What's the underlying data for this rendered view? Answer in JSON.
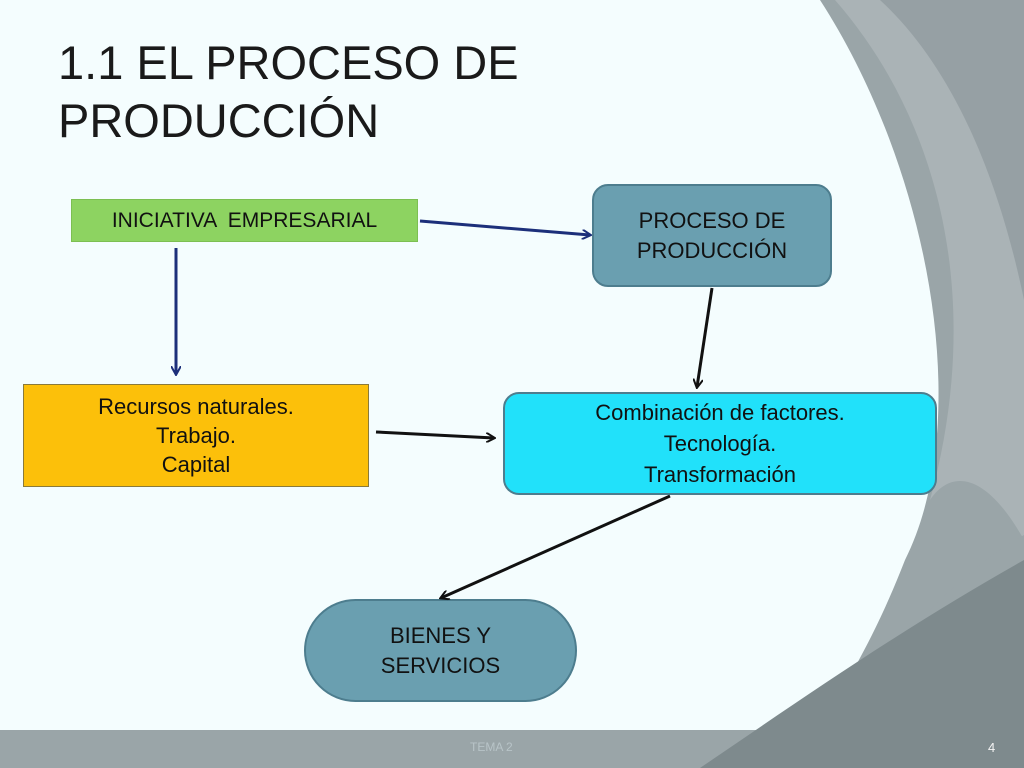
{
  "slide": {
    "title_lines": [
      "1.1 EL PROCESO DE",
      "PRODUCCIÓN"
    ],
    "footer_label": "TEMA 2",
    "page_number": "4"
  },
  "nodes": {
    "iniciativa": [
      "INICIATIVA  EMPRESARIAL"
    ],
    "proceso": [
      "PROCESO DE",
      "PRODUCCIÓN"
    ],
    "recursos": [
      "Recursos naturales.",
      "Trabajo.",
      "Capital"
    ],
    "combinacion": [
      "Combinación de factores.",
      "Tecnología.",
      "Transformación"
    ],
    "bienes": [
      "BIENES Y",
      "SERVICIOS"
    ]
  },
  "edges": [
    {
      "from": "iniciativa",
      "to": "proceso"
    },
    {
      "from": "iniciativa",
      "to": "recursos"
    },
    {
      "from": "proceso",
      "to": "combinacion"
    },
    {
      "from": "recursos",
      "to": "combinacion"
    },
    {
      "from": "combinacion",
      "to": "bienes"
    }
  ],
  "colors": {
    "background": "#f4fdfe",
    "gray_band": "#9aa5a8",
    "dark_gray": "#7e8a8d",
    "iniciativa": "#8dd361",
    "proceso": "#6a9fb0",
    "recursos": "#fcc00a",
    "combinacion": "#21e1fa",
    "bienes": "#6a9fb0",
    "arrow_blue": "#1c2f7a",
    "arrow_black": "#111111"
  }
}
